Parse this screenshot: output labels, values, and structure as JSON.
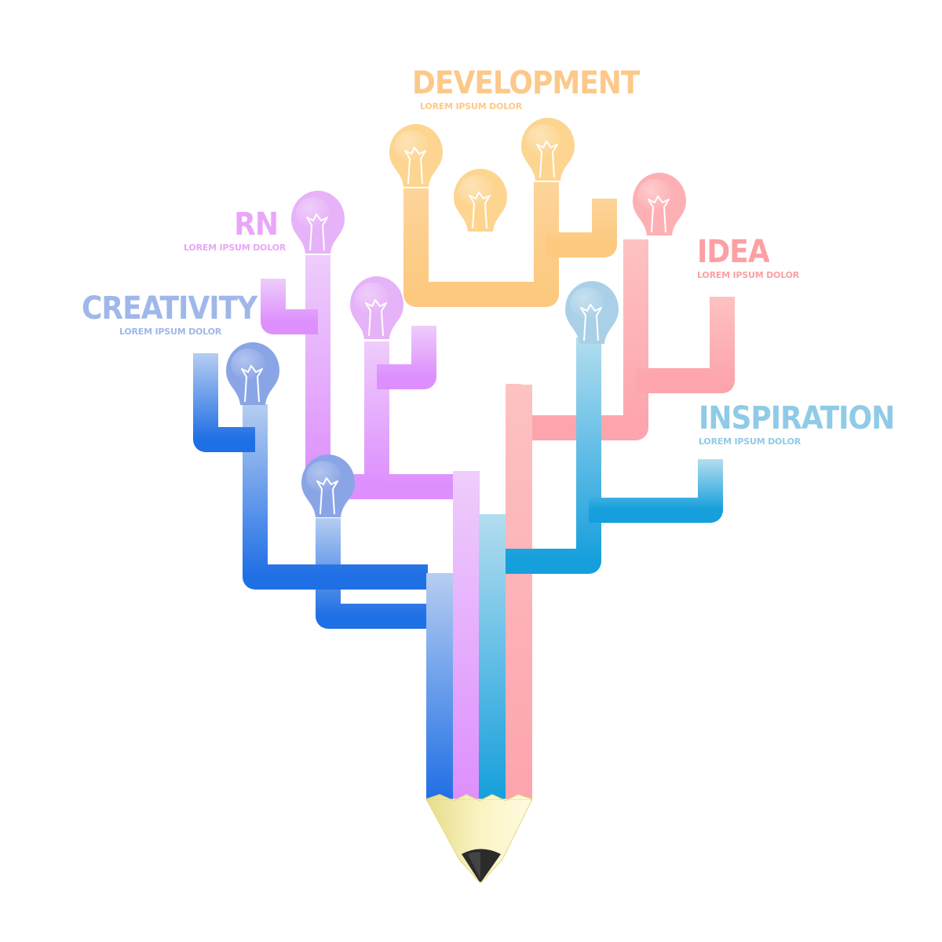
{
  "labels": {
    "development": {
      "title": "DEVELOPMENT",
      "subtitle": "LOREM IPSUM DOLOR"
    },
    "rn": {
      "title": "RN",
      "subtitle": "LOREM IPSUM DOLOR"
    },
    "creativity": {
      "title": "CREATIVITY",
      "subtitle": "LOREM IPSUM DOLOR"
    },
    "idea": {
      "title": "IDEA",
      "subtitle": "LOREM IPSUM DOLOR"
    },
    "inspiration": {
      "title": "INSPIRATION",
      "subtitle": "LOREM IPSUM DOLOR"
    }
  },
  "colors": {
    "blue_top": "#a9c3ee",
    "blue_bottom": "#1f6fe5",
    "purple_top": "#eac8fb",
    "purple_bottom": "#dd8ffd",
    "orange": "#fdd08e",
    "pink": "#fdbcbc",
    "cyan_top": "#a9d9ee",
    "cyan_bottom": "#1ba3de",
    "bulb_blue": "#8aa5e6",
    "bulb_purple": "#e6b2f8",
    "bulb_orange": "#fdd590",
    "bulb_pink": "#fdb0b4",
    "bulb_cyan": "#a9d0e6",
    "pencil_wood": "#f4ebb0",
    "pencil_lead": "#2a2a2a",
    "development_text": "#fcc98a",
    "rn_text": "#e9a6f9",
    "creativity_text": "#9fb7ea",
    "idea_text": "#fca0a4",
    "inspiration_text": "#8fcbe6"
  }
}
